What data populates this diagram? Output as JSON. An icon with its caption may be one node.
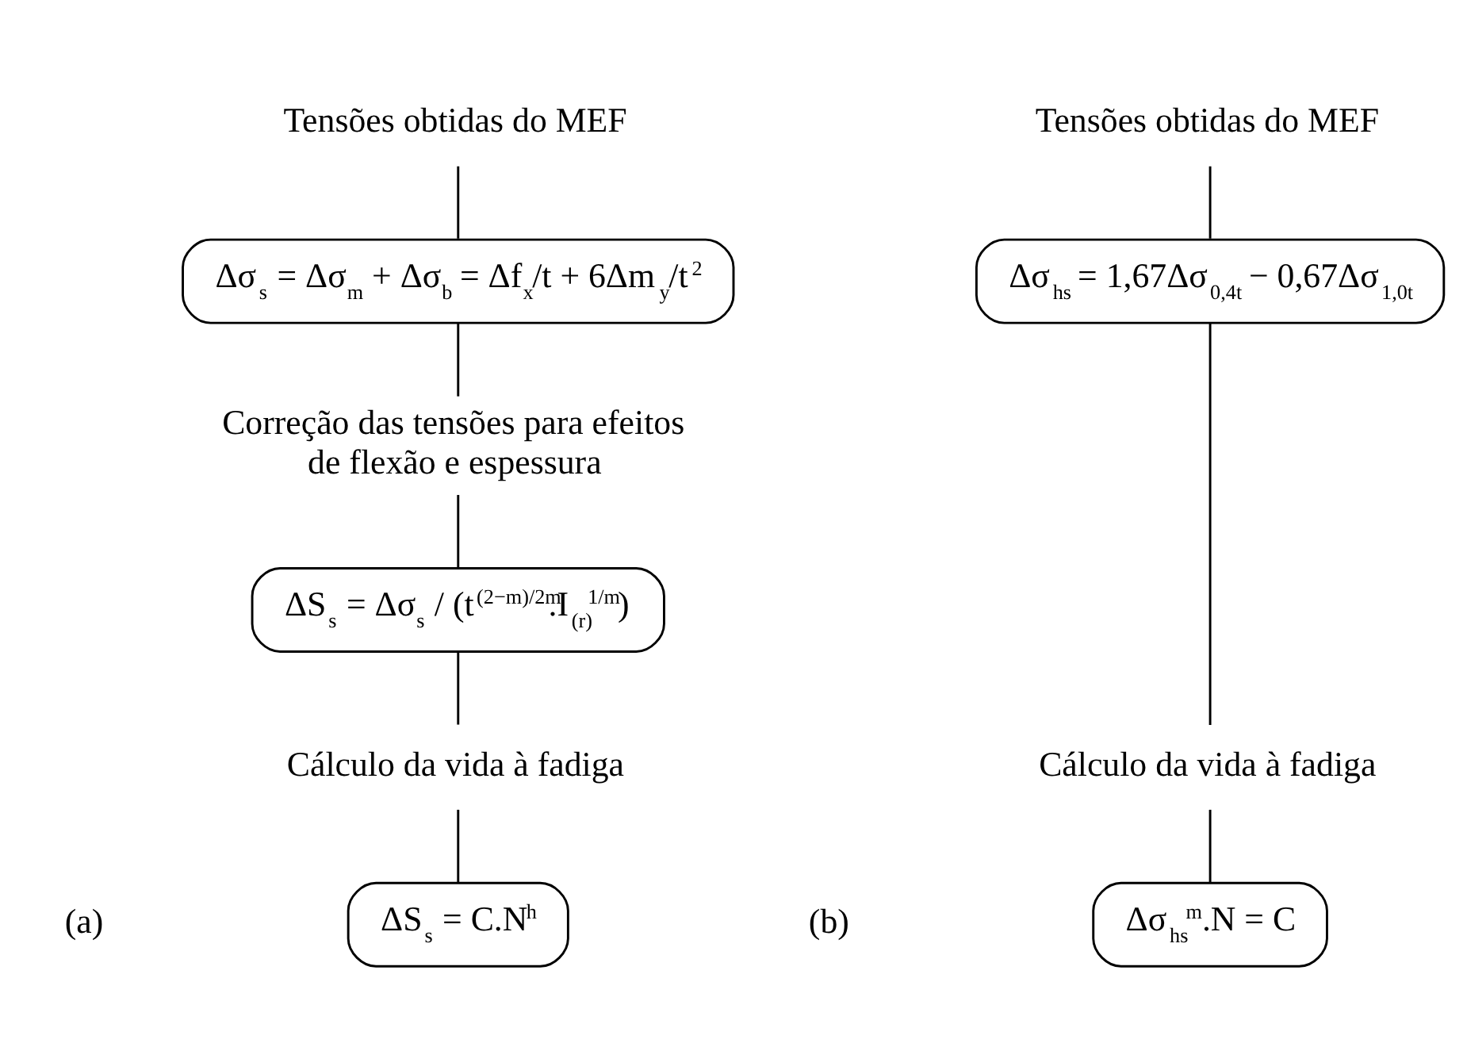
{
  "diagram": {
    "nodes": [
      {
        "text": [
          "Tensões obtidas do MEF"
        ]
      },
      {
        "text": [
          "Δσ$_{s}$ = Δσ$_{m}$ + Δσ$_{b}$ = Δf$_{x}$/t + 6Δm$_{y}$/t$^{2}$"
        ]
      },
      {
        "text": [
          "Correção das tensões para efeitos de flexão e espessura"
        ]
      },
      {
        "text": [
          "ΔS$_{s}$ = Δσ$_{s}$ / (t$^{(2−m)/2m}$.I$_{(r)}$$^{1/m}$)"
        ]
      },
      {
        "text": [
          "Cálculo da vida à fadiga"
        ]
      },
      {
        "text": [
          "ΔS$_{s}$ = C.N$^{h}$"
        ]
      },
      {
        "text": [
          "Tensões obtidas do MEF"
        ]
      },
      {
        "text": [
          "Δσ$_{hs}$ = 1,67Δσ$_{0,4t}$ − 0,67Δσ$_{1,0t}$"
        ]
      },
      {
        "text": [
          "Cálculo da vida à fadiga"
        ]
      },
      {
        "text": [
          "Δσ$_{hs}$$^{m}$.N = C"
        ]
      }
    ],
    "edges": [
      {
        "from": 0,
        "to": 1,
        "arrow": "none"
      },
      {
        "from": 1,
        "to": 2,
        "arrow": "none"
      },
      {
        "from": 2,
        "to": 3,
        "arrow": "none"
      },
      {
        "from": 3,
        "to": 4,
        "arrow": "none"
      },
      {
        "from": 4,
        "to": 5,
        "arrow": "none"
      },
      {
        "from": 6,
        "to": 7,
        "arrow": "none"
      },
      {
        "from": 7,
        "to": 8,
        "arrow": "none"
      },
      {
        "from": 8,
        "to": 9,
        "arrow": "none"
      }
    ],
    "labels": [
      "(a)",
      "(b)"
    ]
  }
}
